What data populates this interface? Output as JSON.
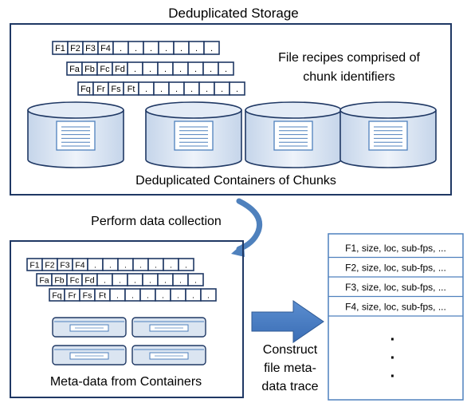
{
  "top": {
    "title": "Deduplicated Storage",
    "recipes_caption": [
      "File recipes comprised of",
      "chunk identifiers"
    ],
    "containers_caption": "Deduplicated Containers of Chunks",
    "recipe_rows": [
      [
        "F1",
        "F2",
        "F3",
        "F4",
        ".",
        ".",
        ".",
        ".",
        ".",
        ".",
        "."
      ],
      [
        "Fa",
        "Fb",
        "Fc",
        "Fd",
        ".",
        ".",
        ".",
        ".",
        ".",
        ".",
        "."
      ],
      [
        "Fq",
        "Fr",
        "Fs",
        "Ft",
        ".",
        ".",
        ".",
        ".",
        ".",
        ".",
        "."
      ]
    ]
  },
  "arrow_label": "Perform data collection",
  "bottom": {
    "caption": "Meta-data from Containers",
    "recipe_rows": [
      [
        "F1",
        "F2",
        "F3",
        "F4",
        ".",
        ".",
        ".",
        ".",
        ".",
        ".",
        "."
      ],
      [
        "Fa",
        "Fb",
        "Fc",
        "Fd",
        ".",
        ".",
        ".",
        ".",
        ".",
        ".",
        "."
      ],
      [
        "Fq",
        "Fr",
        "Fs",
        "Ft",
        ".",
        ".",
        ".",
        ".",
        ".",
        ".",
        "."
      ]
    ]
  },
  "construct_label": [
    "Construct",
    "file meta-",
    "data trace"
  ],
  "trace": {
    "rows": [
      "F1, size, loc, sub-fps, ...",
      "F2, size, loc, sub-fps, ...",
      "F3, size, loc, sub-fps, ...",
      "F4, size, loc, sub-fps, ..."
    ],
    "dots": [
      "·",
      "·",
      "·"
    ]
  },
  "colors": {
    "box_border": "#1f3864",
    "accent_blue": "#4f81bd",
    "cylinder_fill": "#dbe5f1",
    "doc_line": "#4f81bd"
  }
}
